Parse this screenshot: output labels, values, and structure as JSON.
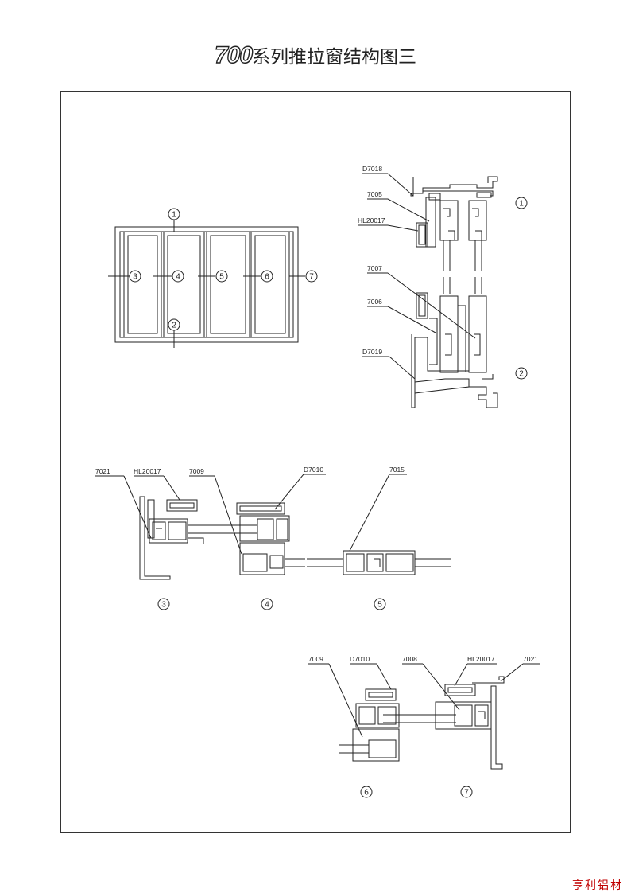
{
  "title": {
    "series": "700",
    "text": "系列推拉窗结构图三"
  },
  "elevation": {
    "markers": [
      {
        "num": "1"
      },
      {
        "num": "2"
      },
      {
        "num": "3"
      },
      {
        "num": "4"
      },
      {
        "num": "5"
      },
      {
        "num": "6"
      },
      {
        "num": "7"
      }
    ]
  },
  "section_vertical": {
    "parts": [
      "D7018",
      "7005",
      "HL20017",
      "7007",
      "7006",
      "D7019"
    ],
    "markers": [
      "1",
      "2"
    ]
  },
  "section_left": {
    "parts": [
      "7021",
      "HL20017",
      "7009",
      "D7010",
      "7015"
    ],
    "markers": [
      "3",
      "4",
      "5"
    ]
  },
  "section_right": {
    "parts": [
      "7009",
      "D7010",
      "7008",
      "HL20017",
      "7021"
    ],
    "markers": [
      "6",
      "7"
    ]
  },
  "footer": {
    "brand": "亨利铝材"
  }
}
